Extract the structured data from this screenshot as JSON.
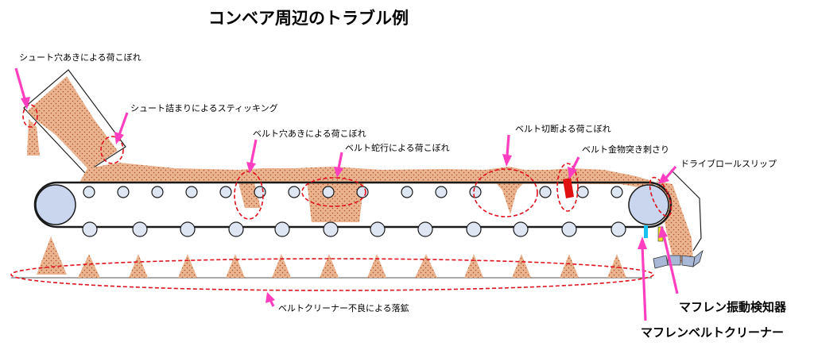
{
  "title": "コンベア周辺のトラブル例",
  "labels": {
    "chute_hole": "シュート穴あきによる荷こぼれ",
    "chute_clog": "シュート詰まりによるスティッキング",
    "belt_hole": "ベルト穴あきによる荷こぼれ",
    "belt_meander": "ベルト蛇行による荷こぼれ",
    "belt_cut": "ベルト切断よる荷こぼれ",
    "belt_metal": "ベルト金物突き刺さり",
    "drive_slip": "ドライブロールスリップ",
    "cleaner_fall": "ベルトクリーナー不良による落鉱",
    "vibration_detector": "マフレン振動検知器",
    "belt_cleaner": "マフレンベルトクリーナー"
  },
  "colors": {
    "ore_fill": "#e9b48f",
    "ore_dot": "#b0522a",
    "alert_ring": "#e0101c",
    "callout_arrow": "#ff3fc0",
    "roller_fill": "#dfe6f3",
    "cleaner_cyan": "#19c0f0",
    "cleaner_yellow": "#f0e020"
  }
}
